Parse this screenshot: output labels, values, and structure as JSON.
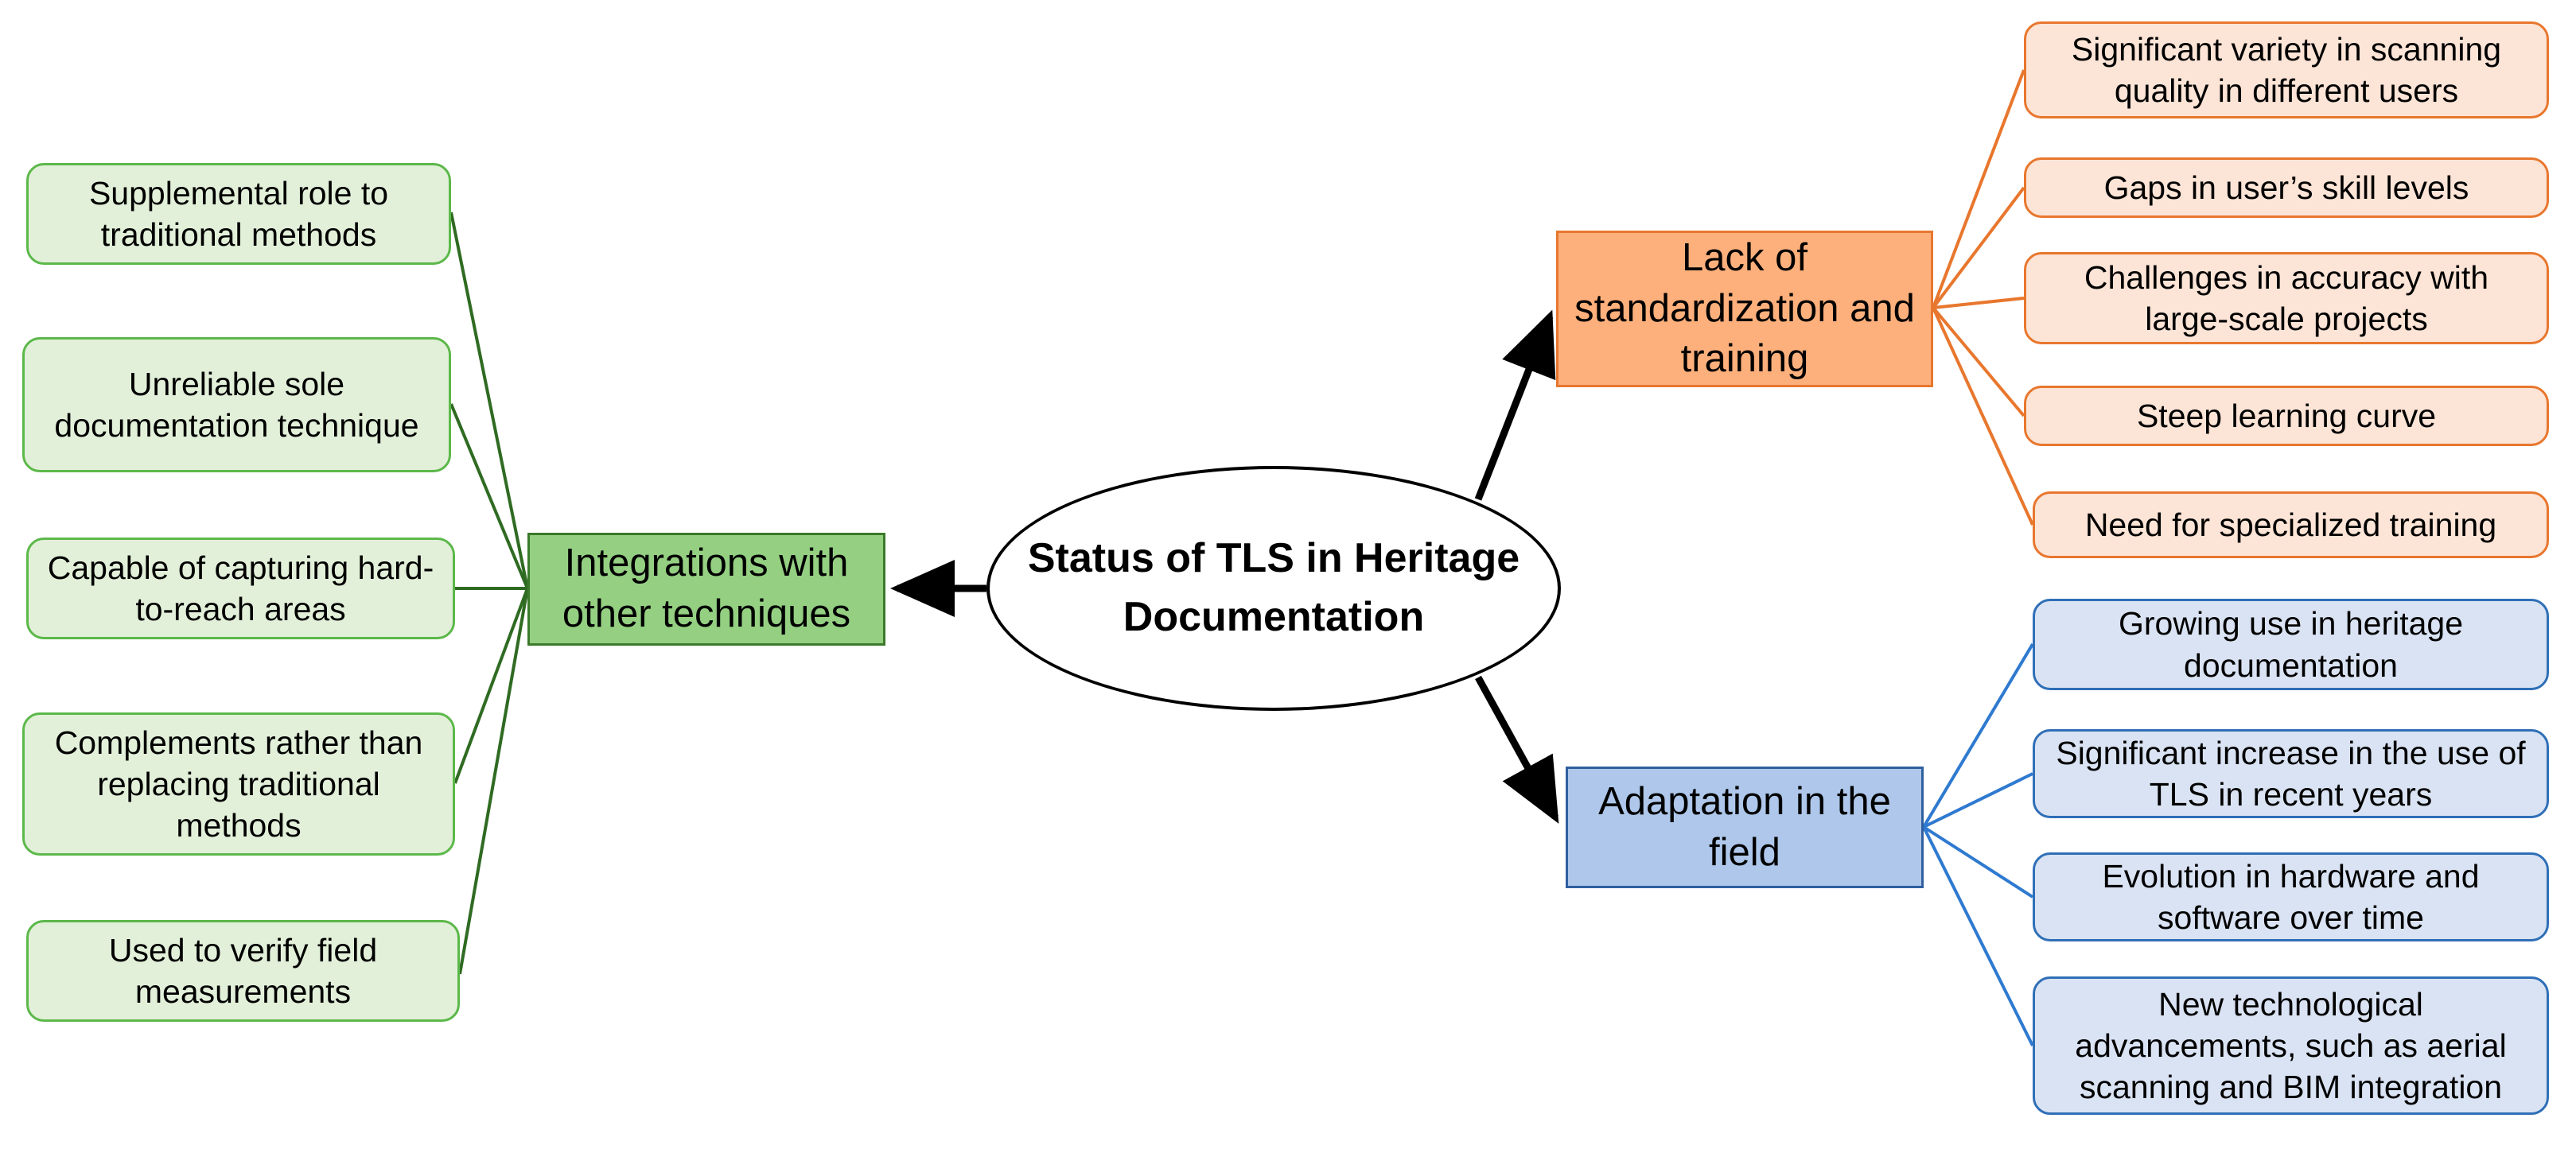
{
  "center": {
    "label": "Status of TLS in Heritage Documentation"
  },
  "branches": {
    "integration": {
      "label": "Integrations with other techniques",
      "color": "#94cf82",
      "items": [
        "Supplemental role to traditional methods",
        "Unreliable sole documentation technique",
        "Capable of capturing hard-to-reach areas",
        "Complements rather than replacing traditional methods",
        "Used to verify field measurements"
      ]
    },
    "standardization": {
      "label": "Lack of standardization and training",
      "color": "#fdb07c",
      "items": [
        "Significant variety in scanning quality in different users",
        "Gaps in user’s skill levels",
        "Challenges in accuracy with large-scale projects",
        "Steep learning curve",
        "Need for specialized training"
      ]
    },
    "adaptation": {
      "label": "Adaptation in the field",
      "color": "#aec7ea",
      "items": [
        "Growing use in heritage documentation",
        "Significant increase in the use of TLS in recent years",
        "Evolution in hardware and software over time",
        "New technological advancements, such as aerial scanning and BIM integration"
      ]
    }
  }
}
